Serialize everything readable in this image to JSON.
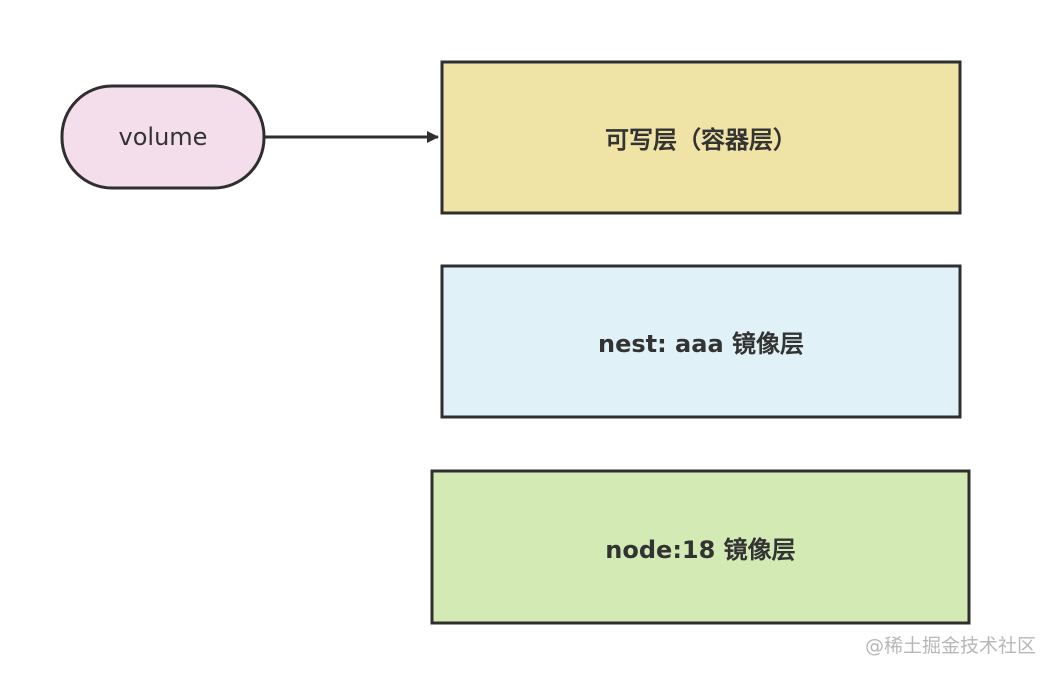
{
  "diagram": {
    "nodes": {
      "volume": {
        "label": "volume",
        "fill": "#f5deeb",
        "stroke": "#2f2f2f"
      },
      "writable_layer": {
        "label": "可写层（容器层）",
        "fill": "#efe3a6",
        "stroke": "#2f2f2f"
      },
      "nest_layer": {
        "label": "nest: aaa 镜像层",
        "fill": "#e0f2f7",
        "stroke": "#2f2f2f"
      },
      "node_layer": {
        "label": "node:18 镜像层",
        "fill": "#d3eab5",
        "stroke": "#2f2f2f"
      }
    },
    "edges": [
      {
        "from": "volume",
        "to": "writable_layer",
        "color": "#2f2f2f"
      }
    ]
  },
  "watermark": {
    "text": "@稀土掘金技术社区"
  }
}
